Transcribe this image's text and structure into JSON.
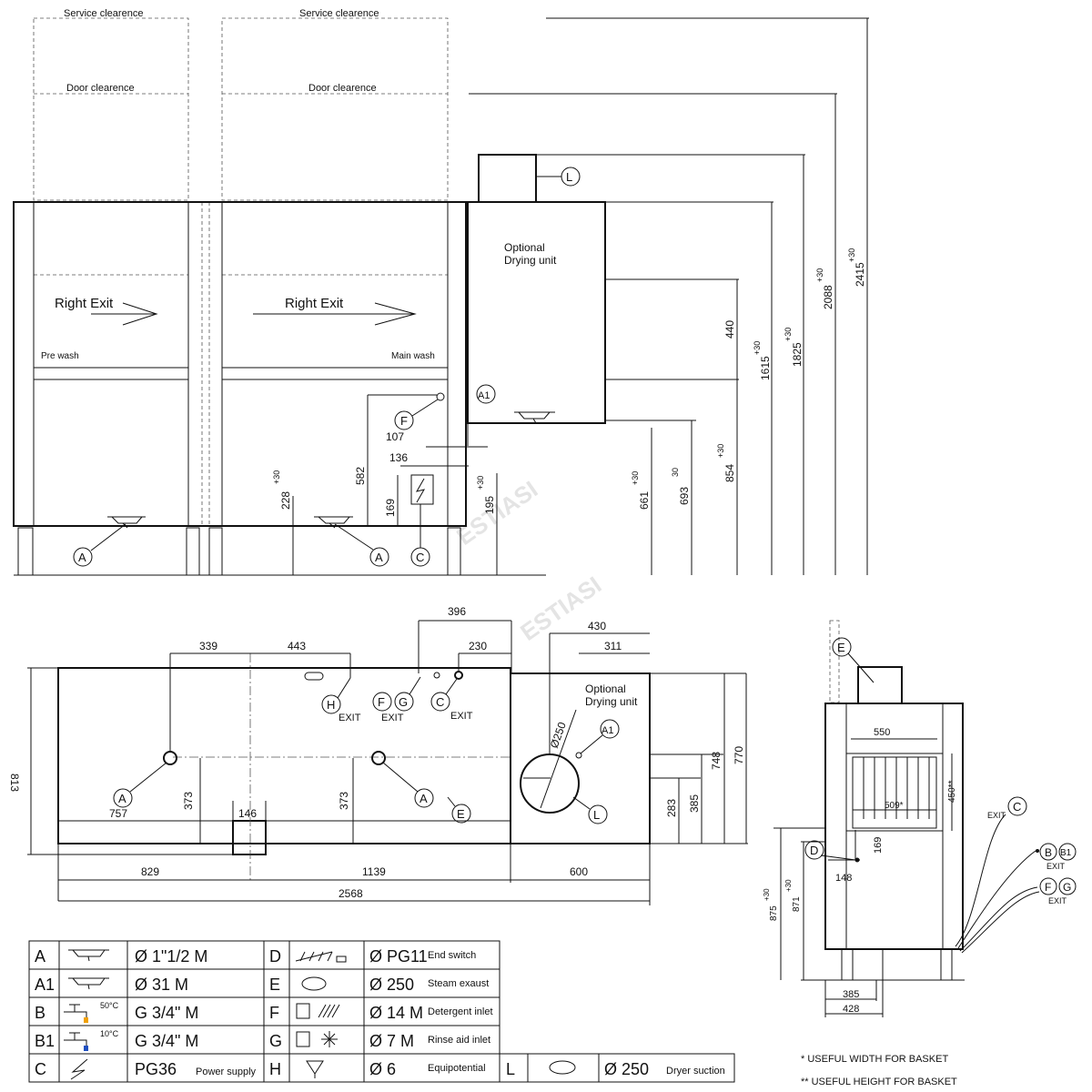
{
  "front_view": {
    "service_clearance_left": "Service clearence",
    "service_clearance_right": "Service clearence",
    "door_clearance_left": "Door clearence",
    "door_clearance_right": "Door clearence",
    "right_exit_1": "Right Exit",
    "right_exit_2": "Right Exit",
    "pre_wash": "Pre wash",
    "main_wash": "Main wash",
    "drying_unit_line1": "Optional",
    "drying_unit_line2": "Drying unit",
    "dims": {
      "d440": "440",
      "d1615": "1615",
      "d1825": "1825",
      "d2088": "2088",
      "d2415": "2415",
      "tol_1615": "+30",
      "tol_1825": "+30",
      "tol_2088": "+30",
      "tol_2415": "+30",
      "d854": "854",
      "tol_854": "+30",
      "d693": "693",
      "tol_693": "30",
      "d661": "661",
      "tol_661": "+30",
      "d195": "195",
      "tol_195": "+30",
      "d228": "228",
      "tol_228": "+30",
      "d582": "582",
      "d169": "169",
      "d107": "107",
      "d136": "136"
    },
    "labels": {
      "A1": "A1",
      "A_left": "A",
      "A_right": "A",
      "C": "C",
      "F": "F",
      "L": "L"
    }
  },
  "watermark": "ESTIASI",
  "top_view": {
    "drying_unit_line1": "Optional",
    "drying_unit_line2": "Drying unit",
    "dims": {
      "d396": "396",
      "d339": "339",
      "d443": "443",
      "d430": "430",
      "d230": "230",
      "d311": "311",
      "d813": "813",
      "d757": "757",
      "d373a": "373",
      "d373b": "373",
      "d146": "146",
      "d250": "Ø250",
      "d748": "748",
      "d770": "770",
      "d385": "385",
      "d283": "283",
      "d829": "829",
      "d1139": "1139",
      "d600": "600",
      "d2568": "2568"
    },
    "labels": {
      "H": "H",
      "F": "F",
      "G": "G",
      "C": "C",
      "A1": "A1",
      "A_left": "A",
      "A_right": "A",
      "E": "E",
      "L": "L",
      "exit_h": "EXIT",
      "exit_fg": "EXIT",
      "exit_c": "EXIT"
    }
  },
  "side_view": {
    "dims": {
      "d550": "550",
      "d509": "509*",
      "d450": "450**",
      "d169": "169",
      "d148": "148",
      "d875": "875",
      "tol_875": "+30",
      "d871": "871",
      "tol_871": "+30",
      "d385": "385",
      "d428": "428"
    },
    "labels": {
      "E": "E",
      "D": "D",
      "C": "C",
      "B": "B",
      "B1": "B1",
      "F": "F",
      "G": "G",
      "exit_c": "EXIT",
      "exit_b": "EXIT",
      "exit_fg": "EXIT"
    }
  },
  "legend": {
    "rows": [
      {
        "code": "A",
        "size": "Ø 1\"1/2 M",
        "desc": "",
        "code2": "D",
        "size2": "Ø PG11",
        "desc2": "End switch"
      },
      {
        "code": "A1",
        "size": "Ø 31 M",
        "desc": "",
        "code2": "E",
        "size2": "Ø 250",
        "desc2": "Steam exaust"
      },
      {
        "code": "B",
        "size": "G 3/4\" M",
        "desc": "50°C",
        "code2": "F",
        "size2": "Ø 14 M",
        "desc2": "Detergent inlet"
      },
      {
        "code": "B1",
        "size": "G 3/4\" M",
        "desc": "10°C",
        "code2": "G",
        "size2": "Ø 7 M",
        "desc2": "Rinse aid inlet"
      },
      {
        "code": "C",
        "size": "PG36",
        "desc": "Power supply",
        "code2": "H",
        "size2": "Ø 6",
        "desc2": "Equipotential"
      }
    ],
    "L_code": "L",
    "L_size": "Ø 250",
    "L_desc": "Dryer suction"
  },
  "notes": {
    "note1": "*  USEFUL WIDTH FOR BASKET",
    "note2": "**  USEFUL HEIGHT FOR BASKET"
  }
}
